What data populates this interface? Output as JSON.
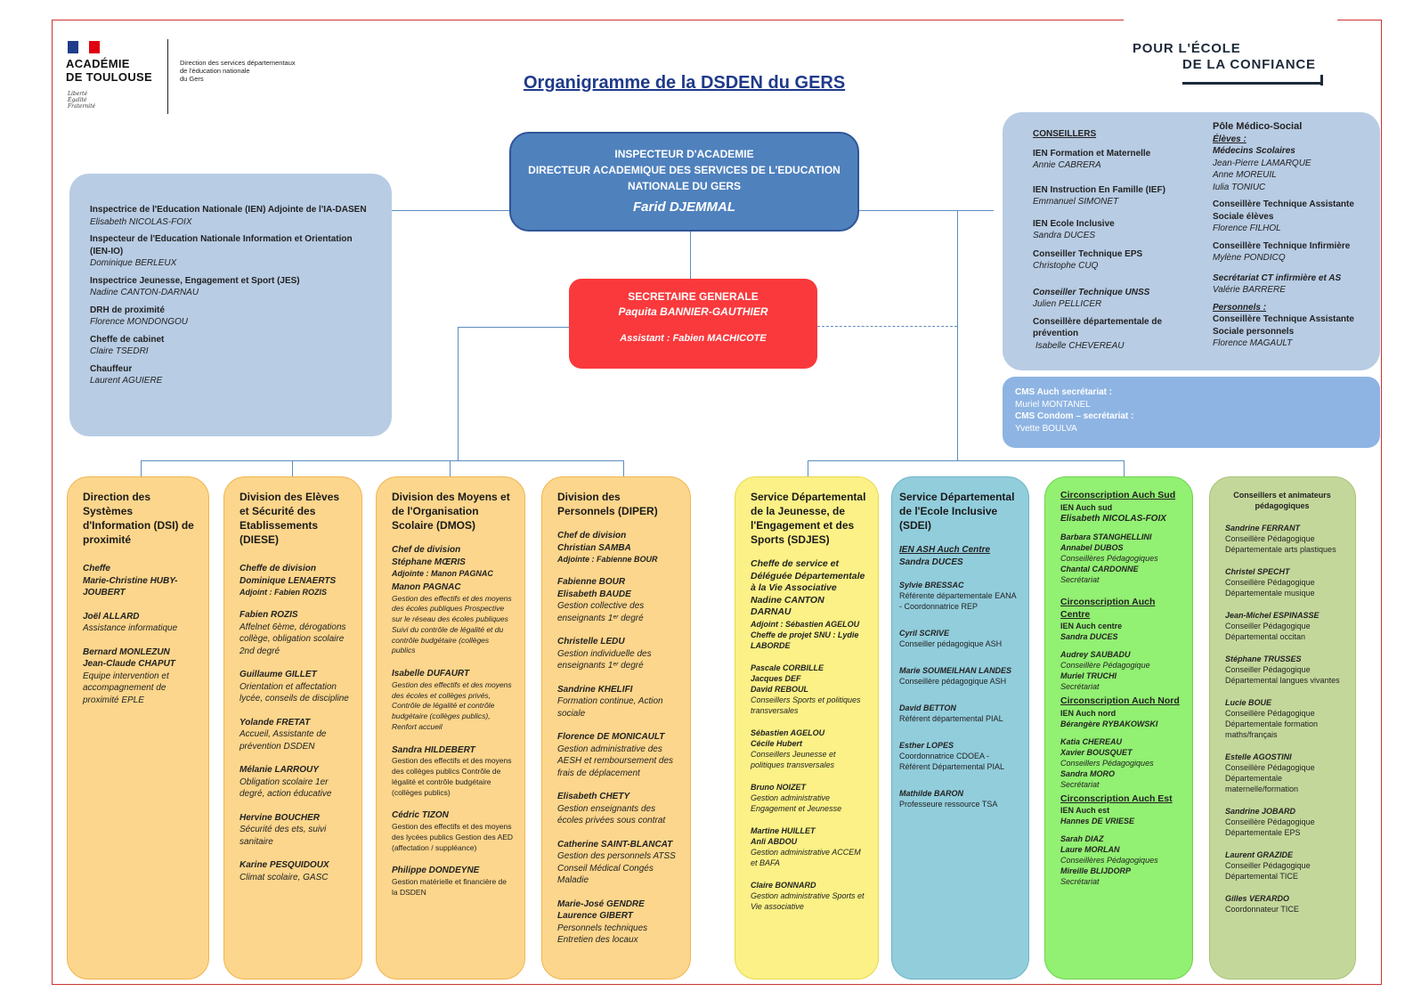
{
  "header": {
    "academie": [
      "ACADÉMIE",
      "DE TOULOUSE"
    ],
    "motto": [
      "Liberté",
      "Égalité",
      "Fraternité"
    ],
    "direction": [
      "Direction des services départementaux",
      "de l'éducation nationale",
      "du Gers"
    ],
    "confiance": [
      "POUR L'ÉCOLE",
      "DE LA CONFIANCE"
    ],
    "title": "Organigramme de la DSDEN du GERS",
    "colors": {
      "flag_blue": "#1f3d8a",
      "flag_white": "#ffffff",
      "flag_red": "#e1000f"
    }
  },
  "ia": {
    "line1": "INSPECTEUR D'ACADEMIE",
    "line2": "DIRECTEUR ACADEMIQUE DES SERVICES DE L'EDUCATION",
    "line3": "NATIONALE DU GERS",
    "name": "Farid DJEMMAL"
  },
  "sg": {
    "title": "SECRETAIRE GENERALE",
    "name": "Paquita BANNIER-GAUTHIER",
    "assistant": "Assistant : Fabien MACHICOTE"
  },
  "left_box": {
    "r1_title": "Inspectrice de l'Education Nationale (IEN) Adjointe de l'IA-DASEN",
    "r1_name": "Elisabeth NICOLAS-FOIX",
    "r2_title": "Inspecteur de l'Education Nationale Information et Orientation (IEN-IO)",
    "r2_name": "Dominique BERLEUX",
    "r3_title": "Inspectrice Jeunesse, Engagement et Sport (JES)",
    "r3_name": "Nadine CANTON-DARNAU",
    "r4_title": "DRH de proximité",
    "r4_name": "Florence MONDONGOU",
    "r5_title": "Cheffe de cabinet",
    "r5_name": "Claire TSEDRI",
    "r6_title": "Chauffeur",
    "r6_name": "Laurent AGUIERE"
  },
  "right_box": {
    "conseillers": "CONSEILLERS",
    "a1_title": "IEN Formation et Maternelle",
    "a1_name": "Annie CABRERA",
    "a2_title": "IEN Instruction En Famille (IEF)",
    "a2_name": "Emmanuel SIMONET",
    "a3_title": "IEN Ecole Inclusive",
    "a3_name": "Sandra DUCES",
    "a4_title": "Conseiller Technique EPS",
    "a4_name": "Christophe CUQ",
    "a5_title": "Conseiller Technique UNSS",
    "a5_name": "Julien PELLICER",
    "a6_title": "Conseillère départementale de prévention",
    "a6_name": "Isabelle CHEVEREAU",
    "pole": "Pôle Médico-Social",
    "eleves": "Élèves :",
    "b1_title": "Médecins Scolaires",
    "b1_n1": "Jean-Pierre LAMARQUE",
    "b1_n2": "Anne MOREUIL",
    "b1_n3": "Iulia TONIUC",
    "b2_title": "Conseillère Technique Assistante Sociale élèves",
    "b2_name": "Florence FILHOL",
    "b3_title": "Conseillère Technique Infirmière",
    "b3_name": "Mylène PONDICQ",
    "b4_title": "Secrétariat  CT infirmière et AS",
    "b4_name": "Valérie BARRERE",
    "personnels": "Personnels :",
    "b5_title": "Conseillère Technique Assistante Sociale personnels",
    "b5_name": "Florence MAGAULT"
  },
  "cms": {
    "t1": "CMS Auch secrétariat :",
    "n1": "Muriel MONTANEL",
    "t2": "CMS Condom – secrétariat :",
    "n2": "Yvette BOULVA"
  },
  "dsi": {
    "title": "Direction des Systèmes d'Information (DSI) de proximité",
    "p1_role": "Cheffe",
    "p1_name": "Marie-Christine HUBY-JOUBERT",
    "p2_name": "Joël ALLARD",
    "p2_role": "Assistance informatique",
    "p3_name1": "Bernard MONLEZUN",
    "p3_name2": "Jean-Claude CHAPUT",
    "p3_role": "Equipe intervention et accompagnement de proximité EPLE"
  },
  "diese": {
    "title": "Division des Elèves et Sécurité des Etablissements (DIESE)",
    "chef_role": "Cheffe de division",
    "chef_name": "Dominique LENAERTS",
    "adjoint": "Adjoint : Fabien ROZIS",
    "p1_name": "Fabien ROZIS",
    "p1_role": "Affelnet 6ème, dérogations collège, obligation scolaire 2nd degré",
    "p2_name": "Guillaume GILLET",
    "p2_role": "Orientation et affectation lycée, conseils de discipline",
    "p3_name": "Yolande FRETAT",
    "p3_role": "Accueil, Assistante de prévention DSDEN",
    "p4_name": "Mélanie LARROUY",
    "p4_role": "Obligation scolaire 1er degré, action éducative",
    "p5_name": "Hervine BOUCHER",
    "p5_role": "Sécurité des ets, suivi sanitaire",
    "p6_name": "Karine PESQUIDOUX",
    "p6_role": "Climat scolaire, GASC"
  },
  "dmos": {
    "title": "Division des Moyens et de l'Organisation Scolaire (DMOS)",
    "chef_role": "Chef de division",
    "chef_name": "Stéphane MŒRIS",
    "adjoint": "Adjointe : Manon PAGNAC",
    "p1_name": "Manon PAGNAC",
    "p1_role": "Gestion des effectifs et des moyens des écoles publiques Prospective sur le réseau des écoles publiques Suivi du contrôle de légalité et du contrôle budgétaire (collèges publics",
    "p2_name": "Isabelle DUFAURT",
    "p2_role": "Gestion des effectifs et des moyens des écoles et collèges privés,  Contrôle de légalité et contrôle budgétaire (collèges publics),  Renfort accueil",
    "p3_name": "Sandra HILDEBERT",
    "p3_role": "Gestion des effectifs et des moyens des collèges publics Contrôle de légalité et contrôle budgétaire (collèges publics)",
    "p4_name": "Cédric TIZON",
    "p4_role": "Gestion des effectifs et des moyens des lycées publics Gestion des AED (affectation / suppléance)",
    "p5_name": "Philippe DONDEYNE",
    "p5_role": "Gestion matérielle et financière de la DSDEN"
  },
  "diper": {
    "title": "Division des Personnels (DIPER)",
    "chef_role": "Chef de division",
    "chef_name": "Christian SAMBA",
    "adjoint": "Adjointe : Fabienne BOUR",
    "p1_name1": "Fabienne BOUR",
    "p1_name2": "Elisabeth BAUDE",
    "p1_role": "Gestion collective des enseignants 1ᵉʳ degré",
    "p2_name": "Christelle LEDU",
    "p2_role": "Gestion individuelle des enseignants 1ᵉʳ degré",
    "p3_name": "Sandrine KHELIFI",
    "p3_role": "Formation continue, Action sociale",
    "p4_name": "Florence DE MONICAULT",
    "p4_role": "Gestion administrative des AESH et remboursement des frais de déplacement",
    "p5_name": "Elisabeth CHETY",
    "p5_role": "Gestion enseignants des écoles privées sous contrat",
    "p6_name": "Catherine SAINT-BLANCAT",
    "p6_role": "Gestion des personnels ATSS Conseil Médical Congés Maladie",
    "p7_name1": "Marie-José GENDRE",
    "p7_name2": "Laurence GIBERT",
    "p7_role": "Personnels techniques Entretien des locaux"
  },
  "sdjes": {
    "title": "Service Départemental de la Jeunesse, de l'Engagement et des Sports (SDJES)",
    "chef_role": "Cheffe de service et Déléguée Départementale à la Vie Associative",
    "chef_name": "Nadine CANTON DARNAU",
    "adjoint": "Adjoint : Sébastien AGELOU",
    "snu": "Cheffe de projet SNU : Lydie LABORDE",
    "p1_names": "Pascale CORBILLE",
    "p1_names2": "Jacques DEF",
    "p1_names3": "David REBOUL",
    "p1_role": "Conseillers Sports et politiques transversales",
    "p2_names": "Sébastien AGELOU",
    "p2_names2": "Cécile Hubert",
    "p2_role": "Conseillers Jeunesse et politiques transversales",
    "p3_name": "Bruno NOIZET",
    "p3_role": "Gestion administrative Engagement et Jeunesse",
    "p4_name1": "Martine HUILLET",
    "p4_name2": "Anli ABDOU",
    "p4_role": "Gestion administrative ACCEM et BAFA",
    "p5_name": "Claire BONNARD",
    "p5_role": "Gestion administrative Sports et Vie associative"
  },
  "sdei": {
    "title": "Service Départemental de l'Ecole Inclusive (SDEI)",
    "ien": "IEN ASH Auch Centre ",
    "ien_name": "Sandra DUCES",
    "p1_name": "Sylvie BRESSAC",
    "p1_role": "Référente départementale EANA - Coordonnatrice REP",
    "p2_name": "Cyril SCRIVE",
    "p2_role": "Conseiller pédagogique ASH",
    "p3_name": "Marie SOUMEILHAN LANDES",
    "p3_role": "Conseillère pédagogique ASH",
    "p4_name": "David BETTON",
    "p4_role": "Référent départemental PIAL",
    "p5_name": "Esther LOPES",
    "p5_role": "Coordonnatrice CDOEA - Référent Départemental PIAL",
    "p6_name": "Mathilde BARON",
    "p6_role": "Professeure ressource TSA"
  },
  "circ": {
    "sud_title": "Circonscription Auch Sud",
    "sud_ien": "IEN Auch sud",
    "sud_name": "Elisabeth NICOLAS-FOIX",
    "sud_cp1": "Barbara STANGHELLINI",
    "sud_cp2": "Annabel DUBOS",
    "sud_cp_role": "Conseillères Pédagogiques",
    "sud_sec": "Chantal CARDONNE",
    "sud_sec_role": "Secrétariat",
    "centre_title": "Circonscription Auch Centre ",
    "centre_ien": "IEN Auch centre",
    "centre_name": "Sandra DUCES",
    "centre_cp": "Audrey SAUBADU",
    "centre_cp_role": "Conseillère Pédagogique",
    "centre_sec": "Muriel TRUCHI",
    "centre_sec_role": "Secrétariat",
    "nord_title": "Circonscription Auch Nord",
    "nord_ien": "IEN Auch nord",
    "nord_name": "Bérangère RYBAKOWSKI",
    "nord_cp1": "Katia CHEREAU",
    "nord_cp2": "Xavier BOUSQUET",
    "nord_cp_role": "Conseillers Pédagogiques",
    "nord_sec": "Sandra MORO",
    "nord_sec_role": "Secrétariat",
    "est_title": "Circonscription Auch Est",
    "est_ien": "IEN Auch est",
    "est_name": "Hannes DE VRIESE",
    "est_cp1": "Sarah DIAZ",
    "est_cp2": "Laure MORLAN",
    "est_cp_role": "Conseillères Pédagogiques",
    "est_sec": "Mireille BLIJDORP",
    "est_sec_role": "Secrétariat"
  },
  "cpd": {
    "title": "Conseillers et animateurs pédagogiques",
    "p1_name": "Sandrine FERRANT",
    "p1_role": "Conseillère Pédagogique Départementale arts plastiques",
    "p2_name": "Christel SPECHT",
    "p2_role": "Conseillère Pédagogique Départementale musique",
    "p3_name": "Jean-Michel ESPINASSE",
    "p3_role": "Conseiller Pédagogique Départemental occitan",
    "p4_name": "Stéphane TRUSSES",
    "p4_role": "Conseiller Pédagogique Départemental langues vivantes",
    "p5_name": "Lucie BOUE",
    "p5_role": "Conseillère Pédagogique Départementale formation maths/français",
    "p6_name": "Estelle AGOSTINI",
    "p6_role": "Conseillère Pédagogique Départementale maternelle/formation",
    "p7_name": "Sandrine JOBARD",
    "p7_role": "Conseillère Pédagogique Départementale EPS",
    "p8_name": "Laurent GRAZIDE",
    "p8_role": "Conseiller Pédagogique Départemental TICE",
    "p9_name": "Gilles VERARDO",
    "p9_role": "Coordonnateur TICE"
  }
}
